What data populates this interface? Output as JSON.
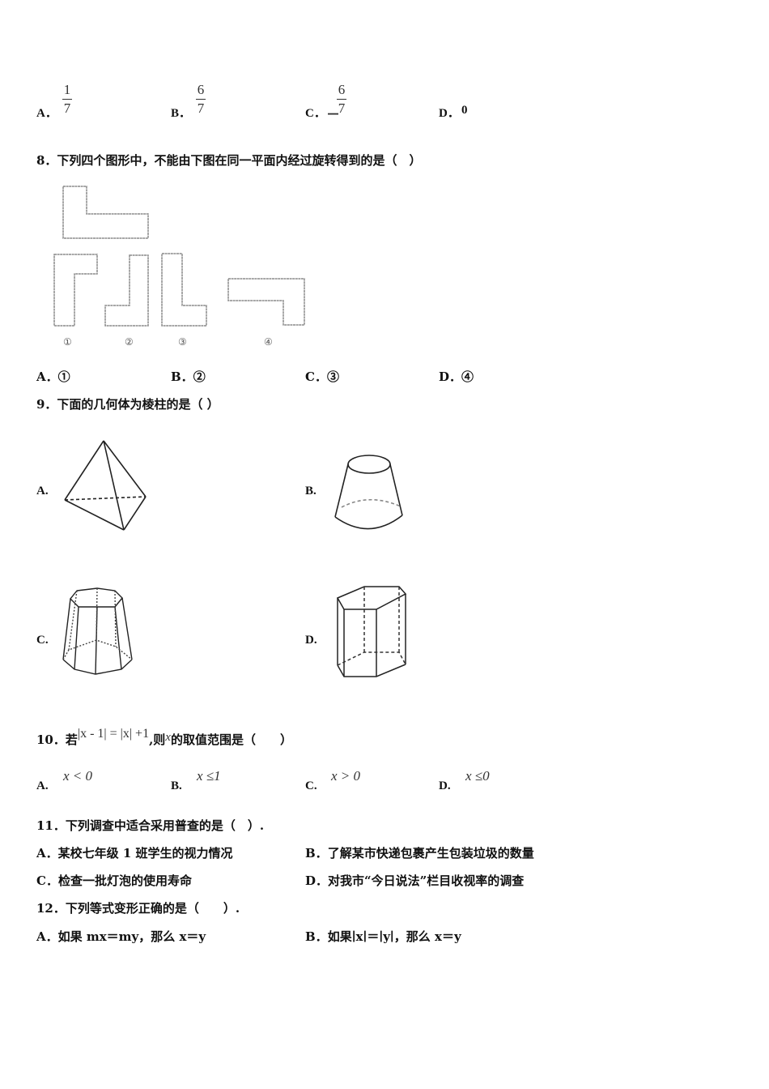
{
  "q7_options": [
    {
      "label": "A．",
      "sign": "",
      "numerator": "1",
      "denominator": "7"
    },
    {
      "label": "B．",
      "sign": "",
      "numerator": "6",
      "denominator": "7"
    },
    {
      "label": "C．",
      "sign": "－",
      "numerator": "6",
      "denominator": "7"
    },
    {
      "label": "D．",
      "value": "0"
    }
  ],
  "q8": {
    "stem": "8．下列四个图形中，不能由下图在同一平面内经过旋转得到的是（　）",
    "figure_labels": [
      "①",
      "②",
      "③",
      "④"
    ],
    "options": [
      {
        "label": "A．",
        "value": "①"
      },
      {
        "label": "B．",
        "value": "②"
      },
      {
        "label": "C．",
        "value": "③"
      },
      {
        "label": "D．",
        "value": "④"
      }
    ]
  },
  "q9": {
    "stem": "9．下面的几何体为棱柱的是（ ）",
    "options": [
      {
        "label": "A.",
        "figure": "triangular-pyramid"
      },
      {
        "label": "B.",
        "figure": "frustum-of-cone"
      },
      {
        "label": "C.",
        "figure": "frustum-of-octagonal-pyramid"
      },
      {
        "label": "D.",
        "figure": "hexagonal-prism"
      }
    ]
  },
  "q10": {
    "stem_prefix": "10．若",
    "equation": "|x - 1| = |x| +1",
    "stem_middle": ",则",
    "variable": "x",
    "stem_suffix": "的取值范围是（　　）",
    "options": [
      {
        "label": "A.",
        "value": "x < 0"
      },
      {
        "label": "B.",
        "value": "x ≤1"
      },
      {
        "label": "C.",
        "value": "x > 0"
      },
      {
        "label": "D.",
        "value": "x ≤0"
      }
    ]
  },
  "q11": {
    "stem": "11．下列调查中适合采用普查的是（　）.",
    "options": [
      {
        "label": "A．",
        "text": "某校七年级 1 班学生的视力情况"
      },
      {
        "label": "B．",
        "text": "了解某市快递包裹产生包装垃圾的数量"
      },
      {
        "label": "C．",
        "text": "检查一批灯泡的使用寿命"
      },
      {
        "label": "D．",
        "text": "对我市“今日说法”栏目收视率的调查"
      }
    ]
  },
  "q12": {
    "stem": "12．下列等式变形正确的是（　　）.",
    "options": [
      {
        "label": "A．",
        "text": "如果 mx＝my，那么 x＝y"
      },
      {
        "label": "B．",
        "text": "如果∣x∣＝∣y∣，那么 x＝y"
      }
    ]
  }
}
